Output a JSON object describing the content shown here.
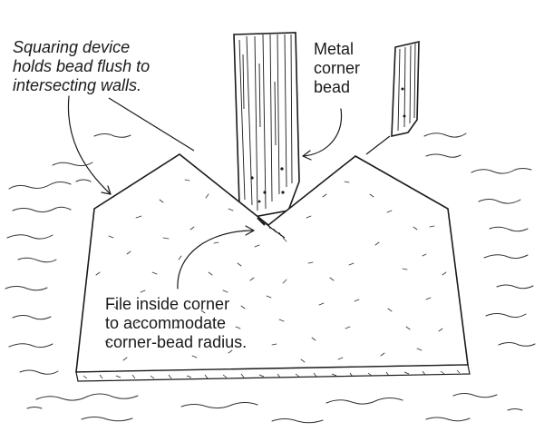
{
  "callouts": {
    "squaring_device": [
      "Squaring device",
      "holds bead flush to",
      "intersecting walls."
    ],
    "metal_corner_bead": [
      "Metal",
      "corner",
      "bead"
    ],
    "file_inside_corner": [
      "File inside corner",
      "to accommodate",
      "corner-bead radius."
    ]
  },
  "colors": {
    "ink": "#1a1a1a",
    "background": "#ffffff"
  }
}
